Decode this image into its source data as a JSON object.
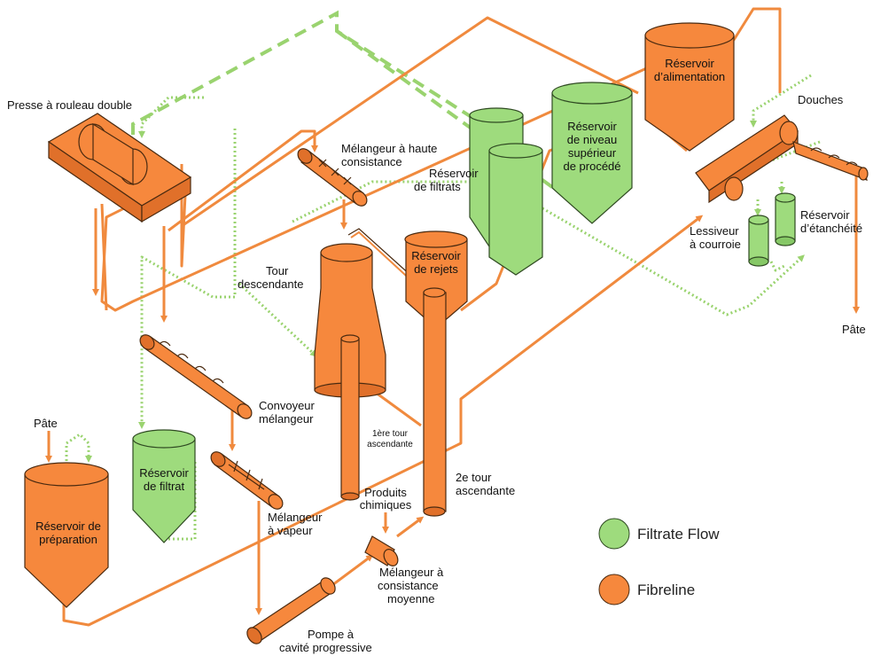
{
  "labels": {
    "presse": "Presse à rouleau double",
    "melangeur_haute_1": "Mélangeur à haute",
    "melangeur_haute_2": "consistance",
    "reservoir_filtrats_1": "Réservoir",
    "reservoir_filtrats_2": "de filtrats",
    "reservoir_niveau_1": "Réservoir",
    "reservoir_niveau_2": "de niveau",
    "reservoir_niveau_3": "supérieur",
    "reservoir_niveau_4": "de procédé",
    "reservoir_alim_1": "Réservoir",
    "reservoir_alim_2": "d’alimentation",
    "douches": "Douches",
    "lessiveur_1": "Lessiveur",
    "lessiveur_2": "à courroie",
    "reservoir_etanch_1": "Réservoir",
    "reservoir_etanch_2": "d’étanchéité",
    "pate_right": "Pâte",
    "tour_desc_1": "Tour",
    "tour_desc_2": "descendante",
    "reservoir_rejets_1": "Réservoir",
    "reservoir_rejets_2": "de rejets",
    "convoyeur_1": "Convoyeur",
    "convoyeur_2": "mélangeur",
    "tour1_1": "1ère tour",
    "tour1_2": "ascendante",
    "tour2_1": "2e tour",
    "tour2_2": "ascendante",
    "produits_1": "Produits",
    "produits_2": "chimiques",
    "pate_left": "Pâte",
    "reservoir_filtrat_1": "Réservoir",
    "reservoir_filtrat_2": "de filtrat",
    "reservoir_prep_1": "Réservoir de",
    "reservoir_prep_2": "préparation",
    "melangeur_vapeur_1": "Mélangeur",
    "melangeur_vapeur_2": "à vapeur",
    "melangeur_moy_1": "Mélangeur à",
    "melangeur_moy_2": "consistance",
    "melangeur_moy_3": "moyenne",
    "pompe_1": "Pompe à",
    "pompe_2": "cavité progressive"
  },
  "legend": [
    {
      "label": "Filtrate Flow",
      "color": "#9edb7d"
    },
    {
      "label": "Fibreline",
      "color": "#f6883d"
    }
  ],
  "colors": {
    "fibreline": "#f6883d",
    "filtrate": "#9edb7d",
    "pipe_orange": "#f08a3e",
    "pipe_green": "#9ad36f"
  }
}
